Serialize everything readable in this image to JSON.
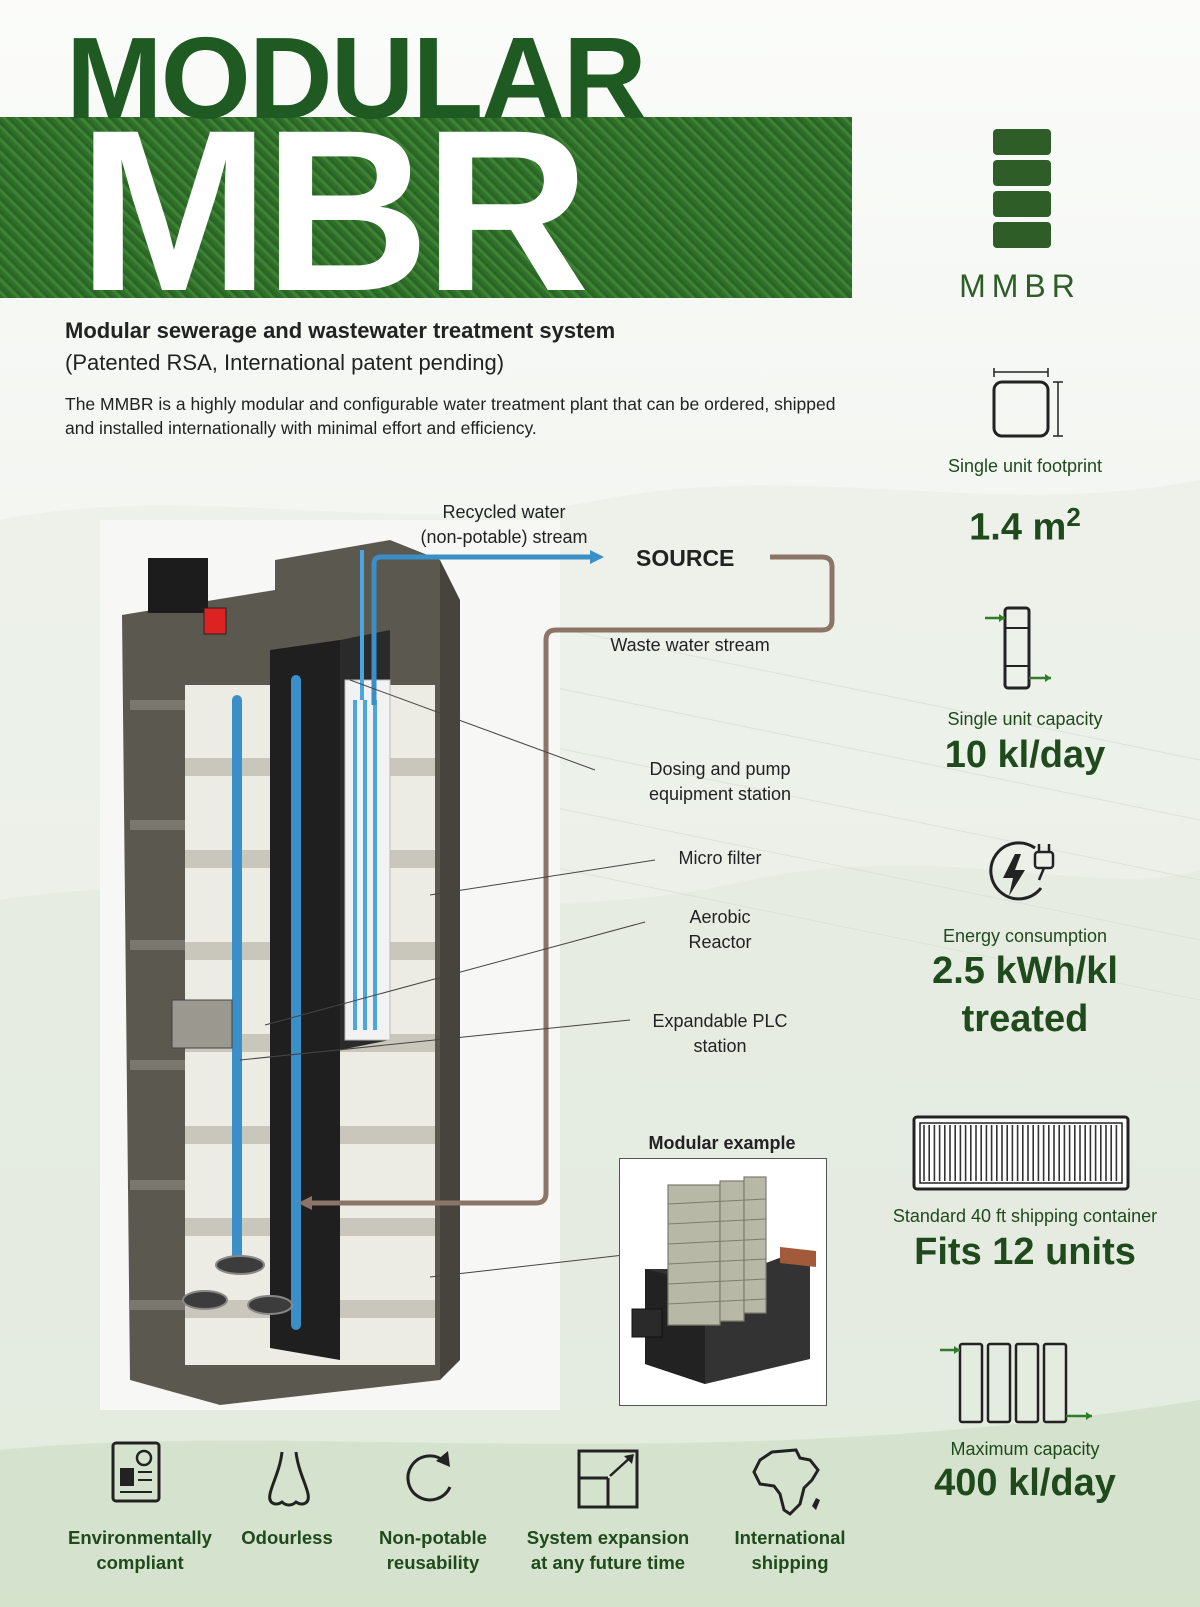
{
  "title": {
    "line1": "MODULAR",
    "line2": "MBR"
  },
  "logo": {
    "text": "MMBR"
  },
  "intro": {
    "subheading": "Modular sewerage and wastewater treatment system",
    "patent": "(Patented RSA, International patent pending)",
    "description": "The MMBR is a highly modular and configurable water treatment plant that can be ordered, shipped and installed internationally with minimal effort and efficiency."
  },
  "stats": [
    {
      "icon": "footprint-icon",
      "label": "Single unit footprint",
      "value": "1.4 m",
      "superscript": "2"
    },
    {
      "icon": "capacity-unit-icon",
      "label": "Single unit capacity",
      "value": "10 kl/day"
    },
    {
      "icon": "energy-plug-icon",
      "label": "Energy consumption",
      "value": "2.5 kWh/kl",
      "value_line2": "treated"
    },
    {
      "icon": "shipping-container-icon",
      "label": "Standard 40 ft shipping container",
      "value": "Fits 12 units"
    },
    {
      "icon": "multi-unit-icon",
      "label": "Maximum capacity",
      "value": "400 kl/day"
    }
  ],
  "diagram": {
    "source": "SOURCE",
    "recycled_stream": {
      "line1": "Recycled water",
      "line2": "(non-potable) stream"
    },
    "waste_stream": "Waste water stream",
    "callouts": [
      {
        "line1": "Dosing and pump",
        "line2": "equipment station"
      },
      {
        "line1": "Micro filter",
        "line2": ""
      },
      {
        "line1": "Aerobic",
        "line2": "Reactor"
      },
      {
        "line1": "Expandable PLC",
        "line2": "station"
      }
    ],
    "modular_example": "Modular example",
    "colors": {
      "recycled": "#3a8fc8",
      "waste": "#8c7466",
      "unit_wall": "#55524a"
    }
  },
  "features": [
    {
      "icon": "compliance-document-icon",
      "line1": "Environmentally",
      "line2": "compliant"
    },
    {
      "icon": "nose-icon",
      "line1": "Odourless",
      "line2": ""
    },
    {
      "icon": "recycle-arrow-icon",
      "line1": "Non-potable",
      "line2": "reusability"
    },
    {
      "icon": "expansion-icon",
      "line1": "System expansion",
      "line2": "at any future time"
    },
    {
      "icon": "africa-map-icon",
      "line1": "International",
      "line2": "shipping"
    }
  ],
  "brand_colors": {
    "primary": "#1f4a1c",
    "accent_green": "#2e5d27"
  }
}
